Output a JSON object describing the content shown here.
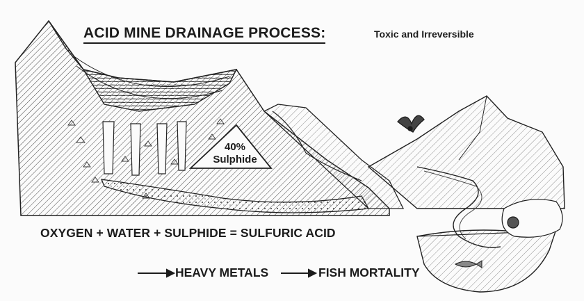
{
  "title": "ACID MINE DRAINAGE PROCESS:",
  "subtitle": "Toxic and Irreversible",
  "mine_label": {
    "percent": "40%",
    "word": "Sulphide"
  },
  "equation": "OXYGEN + WATER + SULPHIDE = SULFURIC ACID",
  "outcomes": [
    "HEAVY METALS",
    "FISH MORTALITY"
  ],
  "colors": {
    "ink": "#1c1c1c",
    "paper": "#fbfbfb"
  },
  "icons": [
    "eagle-icon",
    "bear-icon",
    "fish-icon",
    "arrow-right-icon"
  ]
}
